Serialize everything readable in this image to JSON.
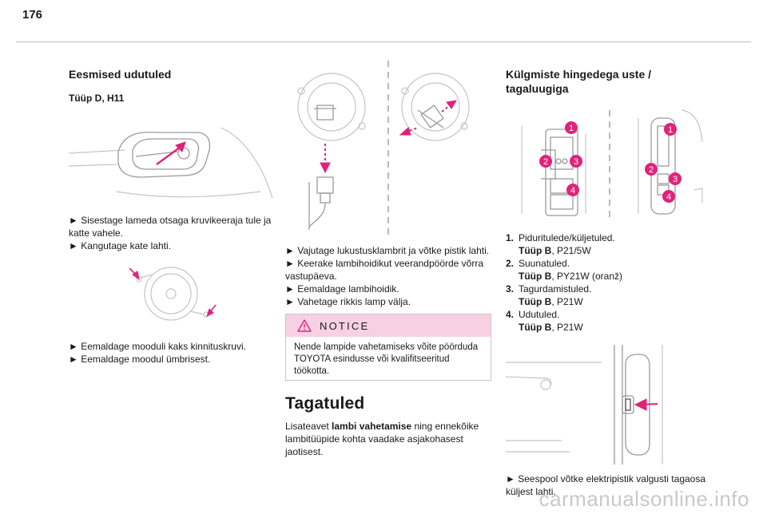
{
  "page_number": "176",
  "left": {
    "title": "Eesmised udutuled",
    "subtitle": "Tüüp D, H11",
    "steps_a": [
      "► Sisestage lameda otsaga kruvikeeraja tule ja katte vahele.",
      "► Kangutage kate lahti."
    ],
    "steps_b": [
      "► Eemaldage mooduli kaks kinnituskruvi.",
      "► Eemaldage moodul ümbrisest."
    ]
  },
  "middle": {
    "steps": [
      "► Vajutage lukustusklambrit ja võtke pistik lahti.",
      "► Keerake lambihoidikut veerandpöörde võrra vastupäeva.",
      "► Eemaldage lambihoidik.",
      "► Vahetage rikkis lamp välja."
    ],
    "notice": {
      "title": "NOTICE",
      "text": "Nende lampide vahetamiseks võite pöörduda TOYOTA esindusse või kvalifitseeritud töökotta."
    },
    "rear": {
      "title": "Tagatuled",
      "text_before": "Lisateavet ",
      "text_bold": "lambi vahetamise",
      "text_after": " ning ennekõike lambitüüpide kohta vaadake asjakohasest jaotisest."
    }
  },
  "right": {
    "title_line1": "Külgmiste hingedega uste /",
    "title_line2": "tagaluugiga",
    "lamps": [
      {
        "num": "1.",
        "name": "Piduritulede/küljetuled.",
        "type_label": "Tüüp B",
        "bulb": ", P21/5W"
      },
      {
        "num": "2.",
        "name": "Suunatuled.",
        "type_label": "Tüüp B",
        "bulb": ", PY21W (oranž)"
      },
      {
        "num": "3.",
        "name": "Tagurdamistuled.",
        "type_label": "Tüüp B",
        "bulb": ", P21W"
      },
      {
        "num": "4.",
        "name": "Udutuled.",
        "type_label": "Tüüp B",
        "bulb": ", P21W"
      }
    ],
    "callouts": [
      "1",
      "2",
      "3",
      "4"
    ],
    "step": "► Seespool võtke elektripistik valgusti tagaosa küljest lahti."
  },
  "watermark": "carmanualsonline.info",
  "colors": {
    "accent": "#e0237a",
    "notice_bg": "#f7d0e3"
  }
}
